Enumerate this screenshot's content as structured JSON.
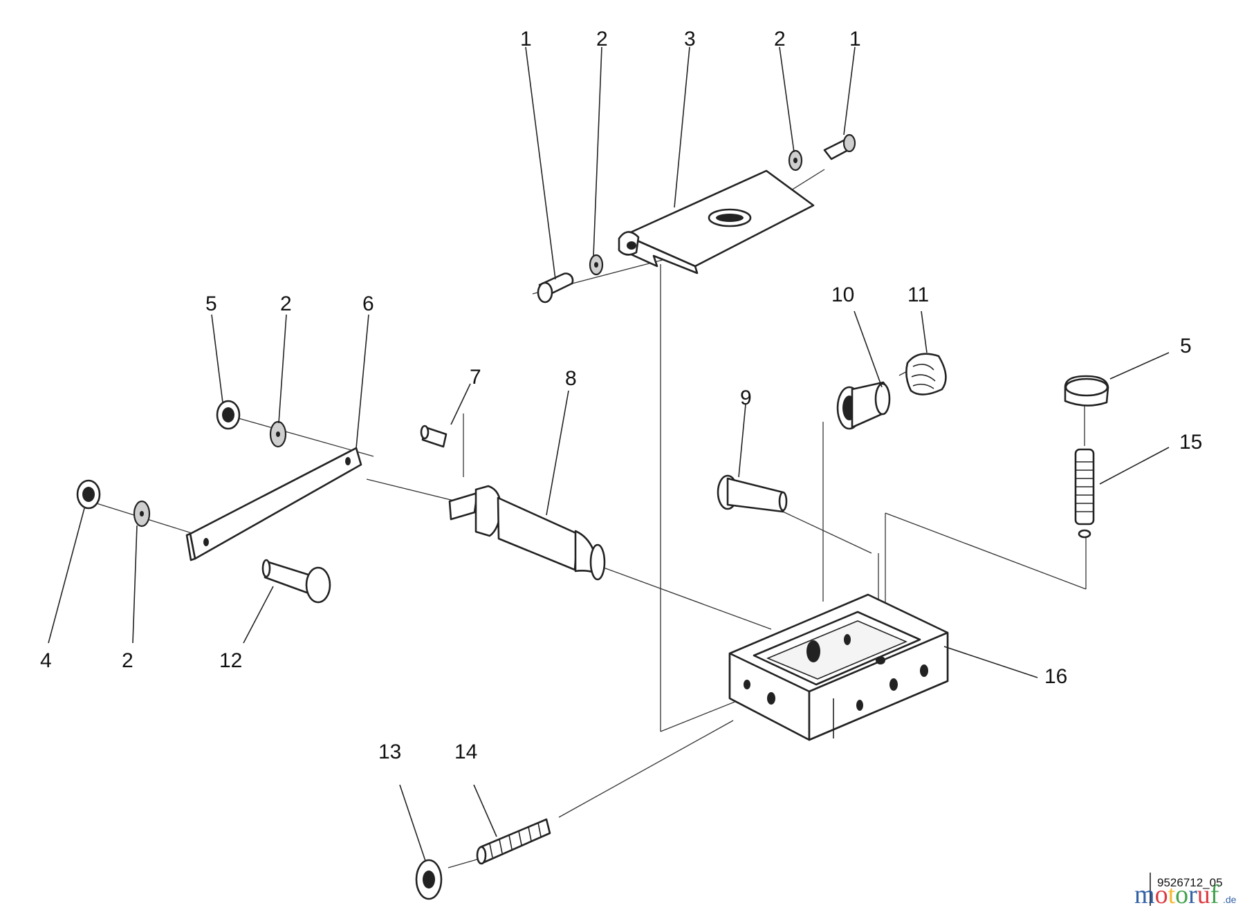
{
  "callouts": [
    "1",
    "2",
    "3",
    "2",
    "1",
    "5",
    "2",
    "6",
    "7",
    "8",
    "10",
    "11",
    "5",
    "9",
    "15",
    "4",
    "2",
    "12",
    "16",
    "13",
    "14"
  ],
  "footer": {
    "drawing_number": "9526712_05"
  },
  "logo": {
    "text": "motoruf",
    "suffix": ".de",
    "colors": [
      "#1a4f9c",
      "#d8262e",
      "#f2b21b",
      "#2f9a3c",
      "#1a4f9c",
      "#d8262e",
      "#2f9a3c"
    ]
  }
}
